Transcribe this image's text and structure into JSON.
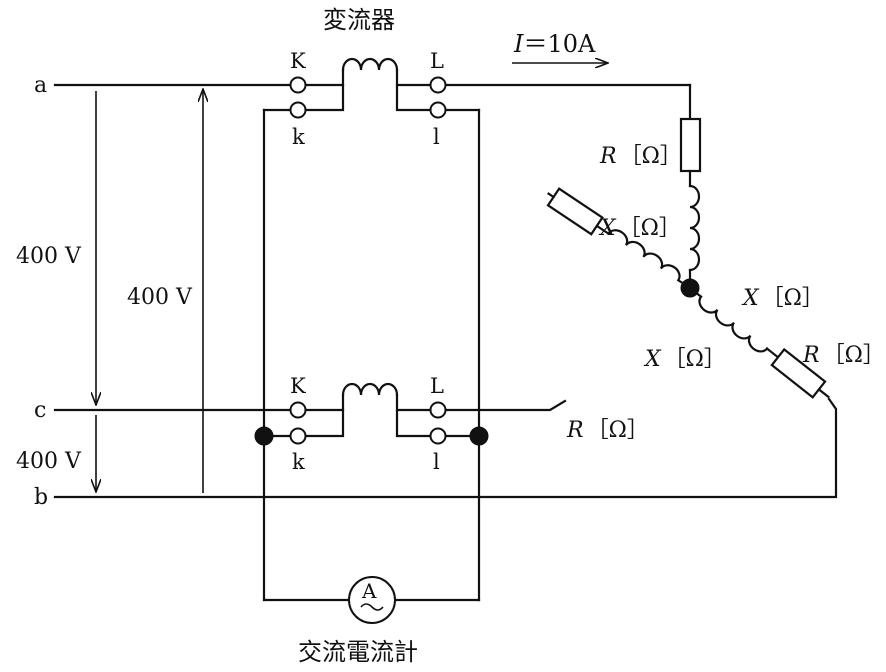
{
  "transformer_label": "変流器",
  "ammeter_label": "交流電流計",
  "ammeter_symbol": "A",
  "current_label": {
    "symbol": "I",
    "rest": "＝10A"
  },
  "lines": {
    "a": "a",
    "b": "b",
    "c": "c"
  },
  "voltage_ac": "400 V",
  "voltage_ab": "400 V",
  "voltage_cb": "400 V",
  "ct_top": {
    "K": "K",
    "L": "L",
    "k": "k",
    "l": "l"
  },
  "ct_bottom": {
    "K": "K",
    "L": "L",
    "k": "k",
    "l": "l"
  },
  "impedance": {
    "r_symbol": "R",
    "x_symbol": "X",
    "unit": "［Ω］"
  },
  "colors": {
    "line": "#111111",
    "background": "#ffffff"
  }
}
